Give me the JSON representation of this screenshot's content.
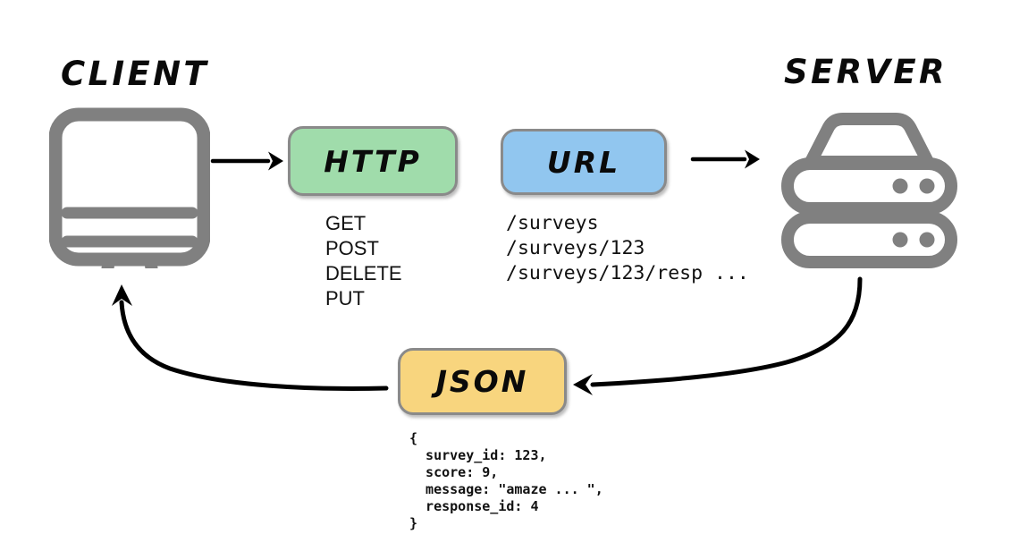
{
  "diagram": {
    "title": "Client-Server HTTP request/response flow",
    "background": "#ffffff",
    "colors": {
      "http_box": "#a0dcab",
      "url_box": "#91c6ef",
      "json_box": "#f8d57e",
      "box_border": "#8a8a8a",
      "icon_gray": "#808080",
      "arrow_black": "#000000",
      "text_black": "#111111"
    }
  },
  "nodes": {
    "client": {
      "label": "CLIENT",
      "icon": "desktop-monitor-icon"
    },
    "server": {
      "label": "SERVER",
      "icon": "server-rack-icon"
    }
  },
  "boxes": {
    "http": {
      "label": "HTTP",
      "color": "#a0dcab",
      "items": [
        "GET",
        "POST",
        "DELETE",
        "PUT"
      ],
      "items_text": "GET\nPOST\nDELETE\nPUT"
    },
    "url": {
      "label": "URL",
      "color": "#91c6ef",
      "items": [
        "/surveys",
        "/surveys/123",
        "/surveys/123/resp ..."
      ],
      "items_text": "/surveys\n/surveys/123\n/surveys/123/resp ..."
    },
    "json": {
      "label": "JSON",
      "color": "#f8d57e",
      "code_lines": [
        "{",
        "  survey_id: 123,",
        "  score: 9,",
        "  message: \"amaze ... \",",
        "  response_id: 4",
        "}"
      ],
      "code_text": "{\n  survey_id: 123,\n  score: 9,\n  message: \"amaze ... \",\n  response_id: 4\n}"
    }
  },
  "arrows": [
    {
      "name": "client-to-http",
      "from": "client",
      "to": "http",
      "style": "straight",
      "direction": "right"
    },
    {
      "name": "url-to-server",
      "from": "url",
      "to": "server",
      "style": "straight",
      "direction": "right"
    },
    {
      "name": "server-to-json",
      "from": "server",
      "to": "json",
      "style": "curved",
      "direction": "left"
    },
    {
      "name": "json-to-client",
      "from": "json",
      "to": "client",
      "style": "curved",
      "direction": "up-left"
    }
  ]
}
